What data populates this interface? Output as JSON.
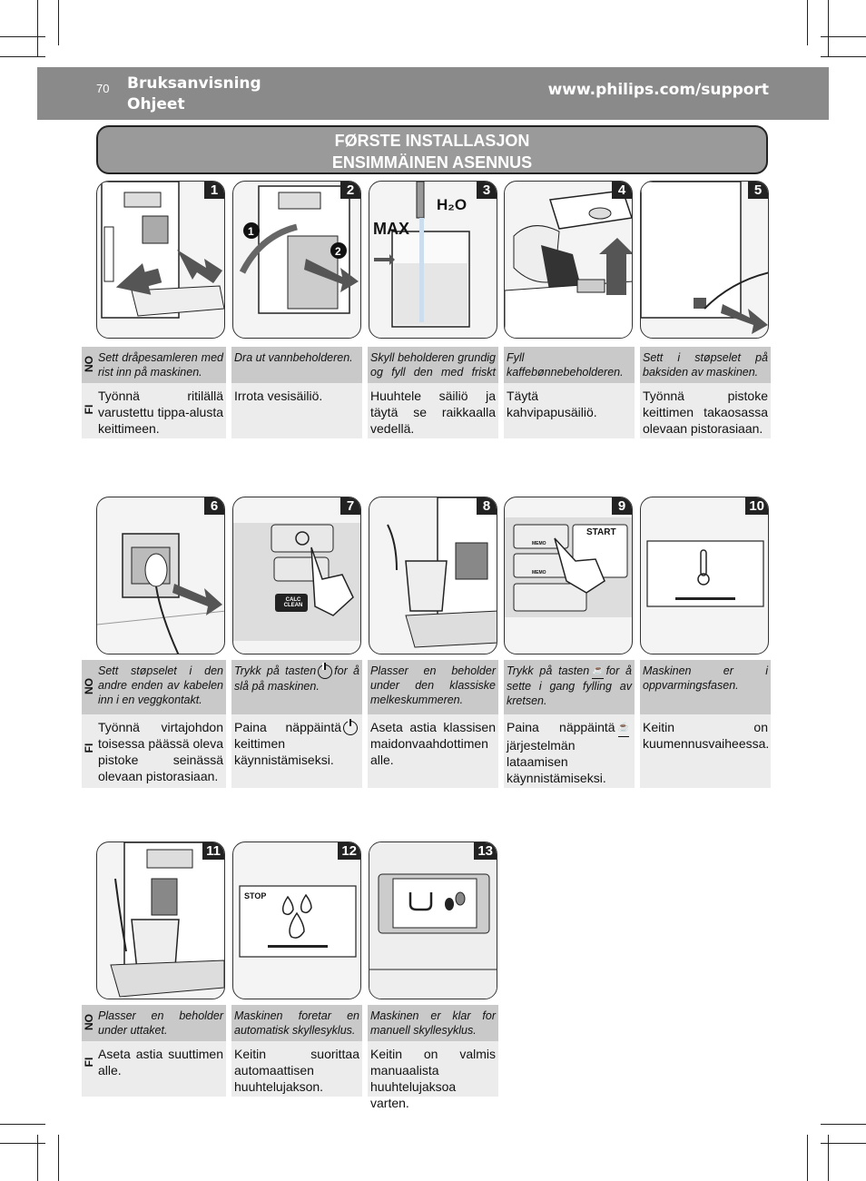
{
  "header": {
    "page_number": "70",
    "title_line1": "Bruksanvisning",
    "title_line2": "Ohjeet",
    "url": "www.philips.com/support"
  },
  "banner": {
    "line1": "FØRSTE INSTALLASJON",
    "line2": "ENSIMMÄINEN ASENNUS"
  },
  "lang": {
    "no": "NO",
    "fi": "FI"
  },
  "steps": [
    {
      "n": "1",
      "no": "Sett dråpesamleren med rist inn på maskinen.",
      "fi": "Työnnä ritilällä varustettu tippa-alusta keittimeen."
    },
    {
      "n": "2",
      "no": "Dra ut vannbeholderen.",
      "fi": "Irrota vesisäiliö."
    },
    {
      "n": "3",
      "no": "Skyll beholderen grundig og fyll den med friskt vann.",
      "fi": "Huuhtele säiliö ja täytä se raikkaalla vedellä."
    },
    {
      "n": "4",
      "no": "Fyll kaffebønnebeholderen.",
      "fi": "Täytä kahvipapusäiliö."
    },
    {
      "n": "5",
      "no": "Sett i støpselet på baksiden av maskinen.",
      "fi": "Työnnä pistoke keittimen takaosassa olevaan pistorasiaan."
    },
    {
      "n": "6",
      "no": "Sett støpselet i den andre enden av kabelen inn i en veggkontakt.",
      "fi": "Työnnä virtajohdon toisessa päässä oleva pistoke seinässä olevaan pistorasiaan."
    },
    {
      "n": "7",
      "no_a": "Trykk på tasten",
      "no_b": "for å slå på maskinen.",
      "fi_a": "Paina näppäintä",
      "fi_b": "keittimen käynnistämiseksi."
    },
    {
      "n": "8",
      "no": "Plasser en beholder under den klassiske melkeskummeren.",
      "fi": "Aseta astia klassisen maidonvaahdottimen alle."
    },
    {
      "n": "9",
      "no_a": "Trykk på tasten",
      "no_b": "for å sette i gang fylling av kretsen.",
      "fi_a": "Paina näppäintä",
      "fi_b": "järjestelmän lataamisen käynnistämiseksi."
    },
    {
      "n": "10",
      "no": "Maskinen er i oppvarmingsfasen.",
      "fi": "Keitin on kuumennusvaiheessa."
    },
    {
      "n": "11",
      "no": "Plasser en beholder under uttaket.",
      "fi": "Aseta astia suuttimen alle."
    },
    {
      "n": "12",
      "no": "Maskinen foretar en automatisk skyllesyklus.",
      "fi": "Keitin suorittaa automaattisen huuhtelujakson."
    },
    {
      "n": "13",
      "no": "Maskinen er klar for manuell skyllesyklus.",
      "fi": "Keitin on valmis manuaalista huuhtelujaksoa varten."
    }
  ],
  "panel_text": {
    "h2o": "H₂O",
    "max": "MAX",
    "calc_clean": "CALC CLEAN",
    "memo": "MEMO",
    "start": "START",
    "stop": "STOP"
  }
}
